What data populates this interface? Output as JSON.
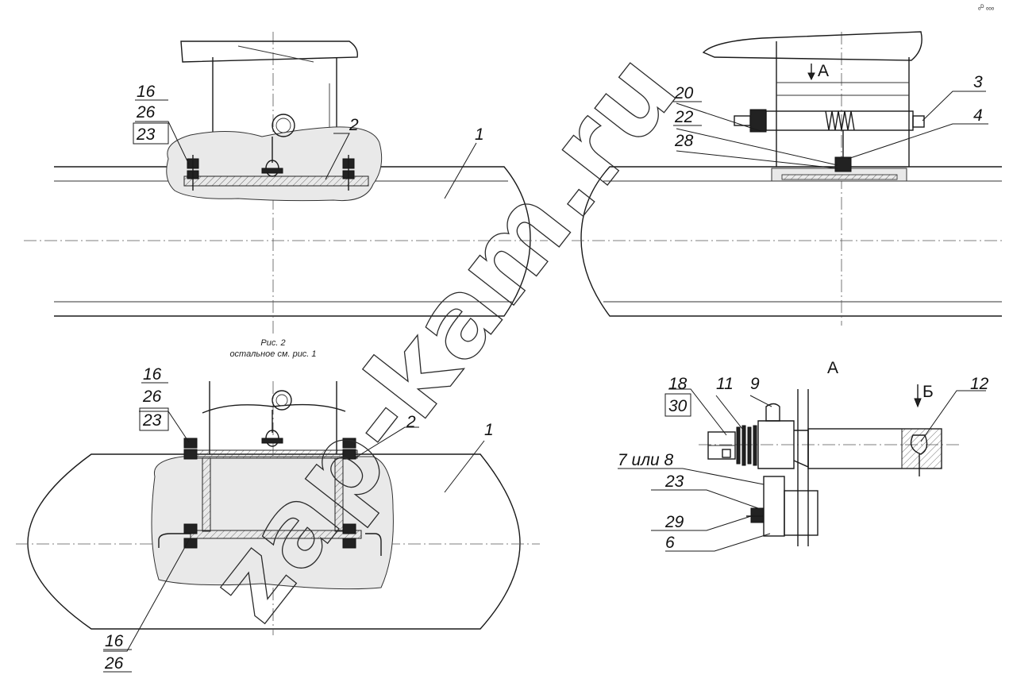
{
  "watermark": "zap-kam.ru",
  "caption": {
    "line1": "Рис. 2",
    "line2": "остальное см. рис. 1"
  },
  "view_labels": {
    "view_a_arrow": "А",
    "view_a_title": "А",
    "view_b_arrow": "Б"
  },
  "callouts": {
    "tl_16": "16",
    "tl_26": "26",
    "tl_23": "23",
    "tl_2": "2",
    "tl_1": "1",
    "tr_20": "20",
    "tr_22": "22",
    "tr_28": "28",
    "tr_3": "3",
    "tr_4": "4",
    "bl_16a": "16",
    "bl_26a": "26",
    "bl_23": "23",
    "bl_2": "2",
    "bl_1": "1",
    "bl_16b": "16",
    "bl_26b": "26",
    "br_18": "18",
    "br_30": "30",
    "br_11": "11",
    "br_9": "9",
    "br_12": "12",
    "br_7_8": "7 или 8",
    "br_23": "23",
    "br_29": "29",
    "br_6": "6"
  },
  "corner_mark": "ₒᴰ ₒₒₒ"
}
